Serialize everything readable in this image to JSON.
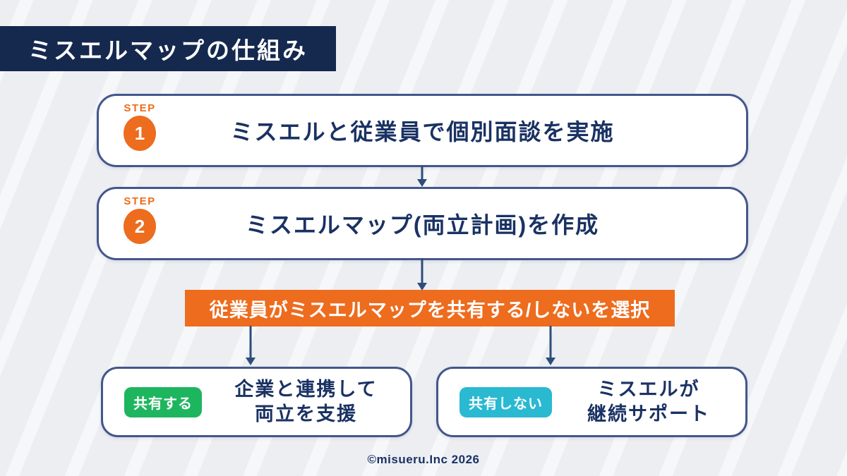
{
  "page": {
    "title": "ミスエルマップの仕組み",
    "footer": "©misueru.Inc 2026"
  },
  "colors": {
    "title_banner_navy": "#15294e",
    "text_navy": "#1a3263",
    "box_border_blue": "#44568b",
    "accent_orange": "#ed6c1e",
    "badge_green": "#1eb55f",
    "badge_cyan": "#29b9d1",
    "arrow_blue": "#2e4d7b",
    "background_gray": "#eceef2"
  },
  "steps": [
    {
      "label": "STEP",
      "number": "1",
      "text": "ミスエルと従業員で個別面談を実施"
    },
    {
      "label": "STEP",
      "number": "2",
      "text": "ミスエルマップ(両立計画)を作成"
    }
  ],
  "decision_banner": "従業員がミスエルマップを共有する/しないを選択",
  "outcomes": [
    {
      "badge": "共有する",
      "line1": "企業と連携して",
      "line2": "両立を支援"
    },
    {
      "badge": "共有しない",
      "line1": "ミスエルが",
      "line2": "継続サポート"
    }
  ]
}
